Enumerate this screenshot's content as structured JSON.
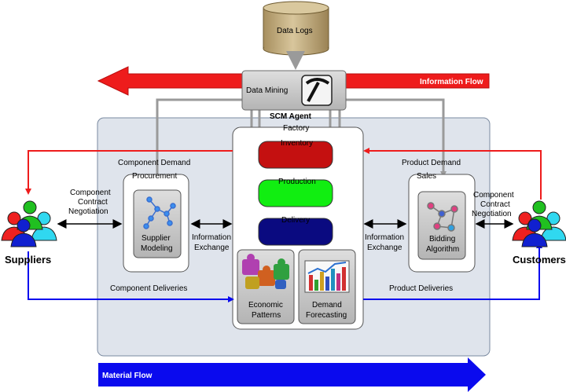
{
  "top": {
    "data_logs": "Data Logs",
    "data_mining": "Data Mining",
    "information_flow": "Information Flow",
    "material_flow": "Material Flow"
  },
  "agent": {
    "title": "SCM Agent",
    "factory": "Factory",
    "inventory": "Inventory",
    "production": "Production",
    "delivery": "Delivery",
    "economic_patterns": [
      "Economic",
      "Patterns"
    ],
    "demand_forecasting": [
      "Demand",
      "Forecasting"
    ]
  },
  "procurement": {
    "title": "Procurement",
    "module": [
      "Supplier",
      "Modeling"
    ],
    "component_demand": "Component Demand",
    "information_exchange": [
      "Information",
      "Exchange"
    ]
  },
  "sales": {
    "title": "Sales",
    "module": [
      "Bidding",
      "Algorithm"
    ],
    "product_demand": "Product Demand",
    "information_exchange": [
      "Information",
      "Exchange"
    ]
  },
  "suppliers": {
    "label": "Suppliers",
    "negotiation": [
      "Component",
      "Contract",
      "Negotiation"
    ],
    "deliveries": "Component Deliveries"
  },
  "customers": {
    "label": "Customers",
    "negotiation": [
      "Component",
      "Contract",
      "Negotiation"
    ],
    "deliveries": "Product  Deliveries"
  },
  "colors": {
    "info_flow": "#ee1c1c",
    "material_flow": "#0a0aee",
    "agent_bg": "#dfe4ec",
    "inventory": "#c41010",
    "production": "#11ee11",
    "delivery": "#0a0a80",
    "gray_box": "#c7c7c7",
    "data_logs": "#c8b488"
  }
}
